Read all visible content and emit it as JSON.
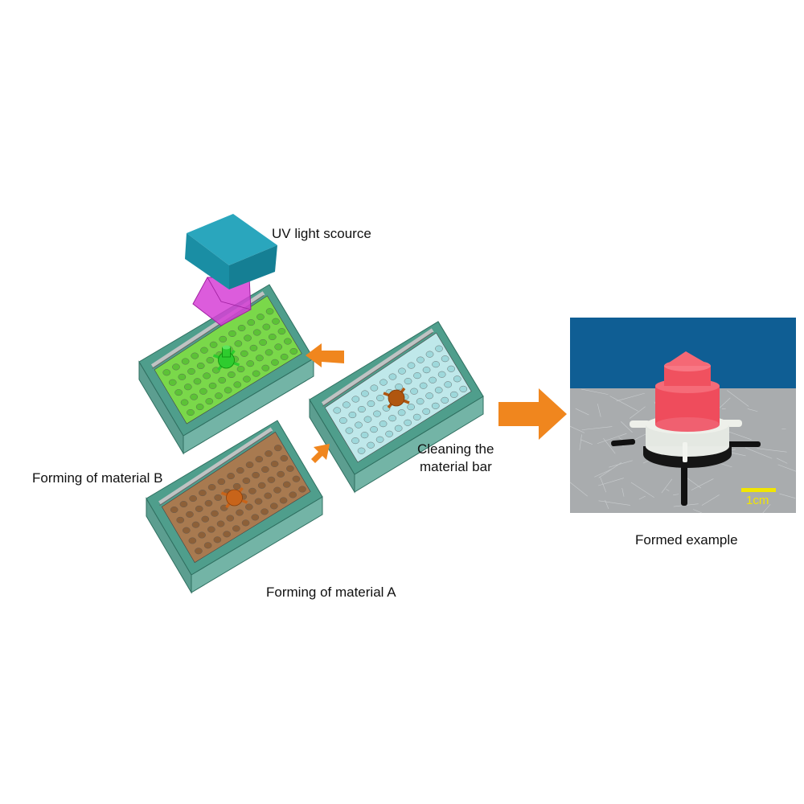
{
  "labels": {
    "uv_source": "UV light scource",
    "material_b": "Forming of material B",
    "material_a": "Forming of material A",
    "cleaning_line1": "Cleaning the",
    "cleaning_line2": "material bar",
    "formed": "Formed example",
    "scale_bar": "1cm"
  },
  "colors": {
    "arrow": "#f0861e",
    "uv_box": "#1b95ac",
    "uv_lens": "#d63fd6",
    "tray_b": "#7ad84a",
    "tray_clean": "#bfe8ea",
    "tray_a": "#a87a50",
    "frame": "#4f9e8c",
    "scale_bar": "#f2e600"
  }
}
